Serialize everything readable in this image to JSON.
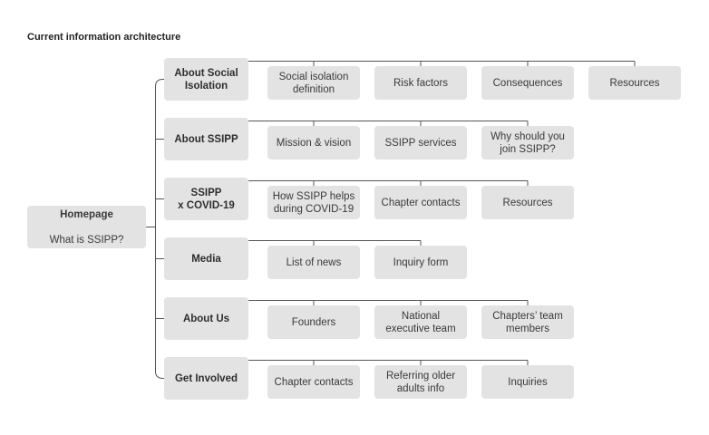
{
  "title": "Current information architecture",
  "colors": {
    "box_fill": "#e3e3e3",
    "line": "#555555",
    "text": "#3a3a3a"
  },
  "root": {
    "line1": "Homepage",
    "line2": "What is SSIPP?"
  },
  "categories": [
    {
      "label": "About Social\nIsolation",
      "children": [
        "Social isolation\ndefinition",
        "Risk factors",
        "Consequences",
        "Resources"
      ]
    },
    {
      "label": "About SSIPP",
      "children": [
        "Mission & vision",
        "SSIPP services",
        "Why should you\njoin SSIPP?"
      ]
    },
    {
      "label": "SSIPP\nx COVID-19",
      "children": [
        "How SSIPP helps\nduring COVID-19",
        "Chapter contacts",
        "Resources"
      ]
    },
    {
      "label": "Media",
      "children": [
        "List of news",
        "Inquiry form"
      ]
    },
    {
      "label": "About Us",
      "children": [
        "Founders",
        "National\nexecutive team",
        "Chapters’ team\nmembers"
      ]
    },
    {
      "label": "Get Involved",
      "children": [
        "Chapter contacts",
        "Referring older\nadults info",
        "Inquiries"
      ]
    }
  ]
}
